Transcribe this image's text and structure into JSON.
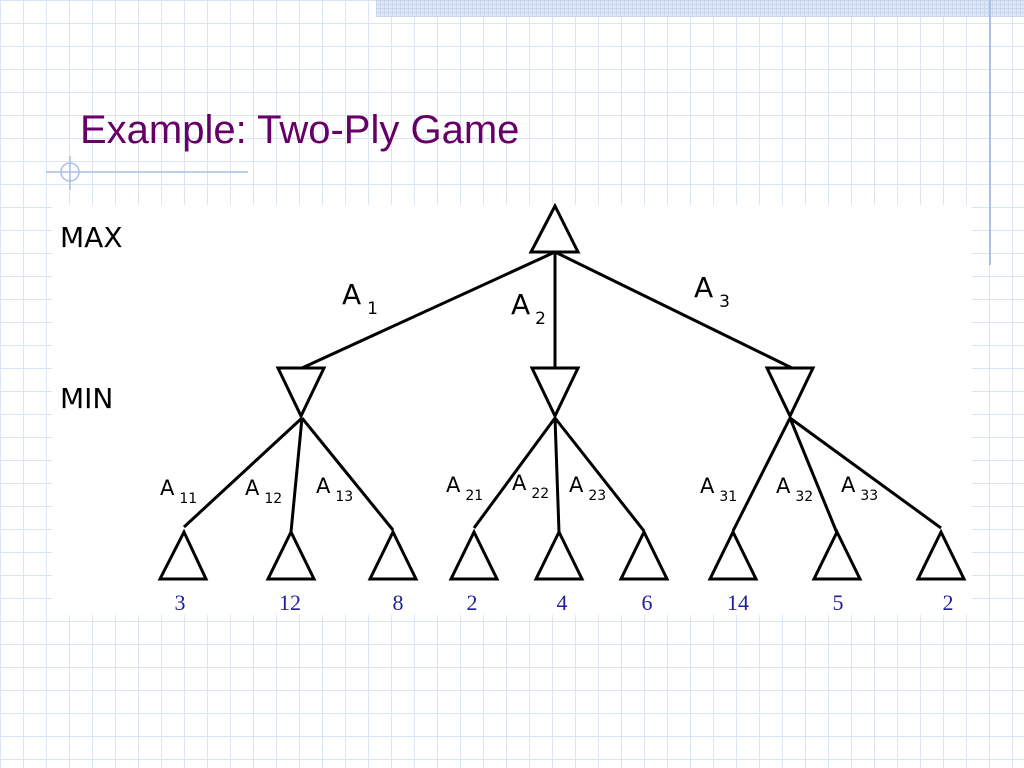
{
  "slide": {
    "title": "Example: Two-Ply Game"
  },
  "levels": {
    "max": "MAX",
    "min": "MIN"
  },
  "root_moves": [
    {
      "letter": "A",
      "sub": "1"
    },
    {
      "letter": "A",
      "sub": "2"
    },
    {
      "letter": "A",
      "sub": "3"
    }
  ],
  "leaf_moves": [
    {
      "letter": "A",
      "sub": "11"
    },
    {
      "letter": "A",
      "sub": "12"
    },
    {
      "letter": "A",
      "sub": "13"
    },
    {
      "letter": "A",
      "sub": "21"
    },
    {
      "letter": "A",
      "sub": "22"
    },
    {
      "letter": "A",
      "sub": "23"
    },
    {
      "letter": "A",
      "sub": "31"
    },
    {
      "letter": "A",
      "sub": "32"
    },
    {
      "letter": "A",
      "sub": "33"
    }
  ],
  "leaf_values": [
    "3",
    "12",
    "8",
    "2",
    "4",
    "6",
    "14",
    "5",
    "2"
  ],
  "colors": {
    "title": "#660066",
    "values": "#1f1f99",
    "grid": "#dbe5f3"
  }
}
